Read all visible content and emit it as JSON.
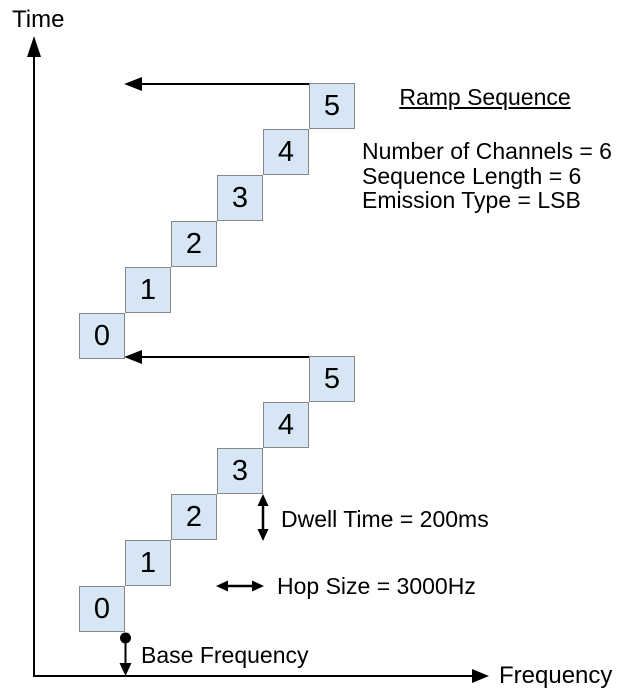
{
  "title": "Ramp Sequence",
  "parameters": [
    "Number of Channels = 6",
    "Sequence Length = 6",
    "Emission Type = LSB"
  ],
  "axes": {
    "y_label": "Time",
    "x_label": "Frequency"
  },
  "annotations": {
    "dwell_time": "Dwell Time = 200ms",
    "hop_size": "Hop Size = 3000Hz",
    "base_frequency": "Base Frequency"
  },
  "sequences": {
    "upper": {
      "labels": [
        "0",
        "1",
        "2",
        "3",
        "4",
        "5"
      ]
    },
    "lower": {
      "labels": [
        "0",
        "1",
        "2",
        "3",
        "4",
        "5"
      ]
    }
  },
  "colors": {
    "box_fill": "#d7e6f4",
    "box_border": "#878787",
    "ink": "#000000"
  }
}
